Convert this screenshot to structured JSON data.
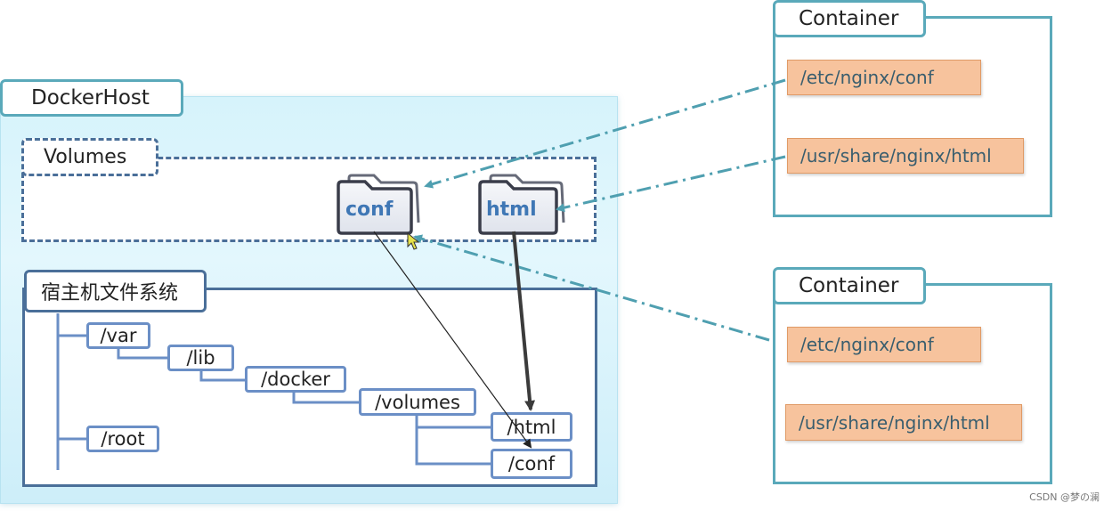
{
  "docker_host": {
    "title": "DockerHost"
  },
  "volumes": {
    "title": "Volumes",
    "folders": [
      {
        "name": "conf"
      },
      {
        "name": "html"
      }
    ]
  },
  "host_fs": {
    "title": "宿主机文件系统",
    "nodes": {
      "var": "/var",
      "lib": "/lib",
      "docker": "/docker",
      "volumes": "/volumes",
      "html": "/html",
      "conf": "/conf",
      "root": "/root"
    }
  },
  "containers": [
    {
      "title": "Container",
      "paths": [
        "/etc/nginx/conf",
        "/usr/share/nginx/html"
      ]
    },
    {
      "title": "Container",
      "paths": [
        "/etc/nginx/conf",
        "/usr/share/nginx/html"
      ]
    }
  ],
  "colors": {
    "host_border": "#5aa9ba",
    "volume_border": "#4a6f99",
    "node_border": "#6b8fc6",
    "path_fill": "#f7c39d",
    "dash_arrow": "#4f9fb0",
    "folder_text": "#3f77b5"
  },
  "watermark": "CSDN @梦の澜"
}
